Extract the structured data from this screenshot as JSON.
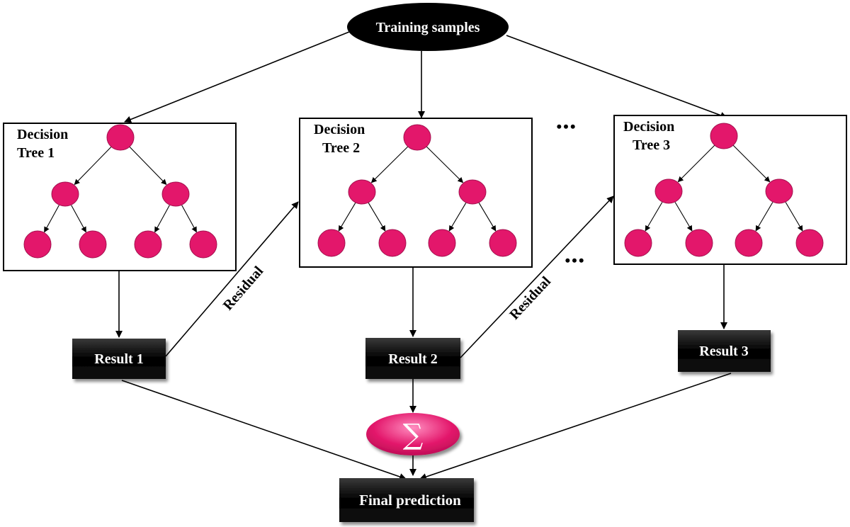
{
  "top": {
    "label": "Training samples"
  },
  "trees": [
    {
      "line1": "Decision",
      "line2": "Tree 1"
    },
    {
      "line1": "Decision",
      "line2": "Tree 2"
    },
    {
      "line1": "Decision",
      "line2": "Tree 3"
    }
  ],
  "results": [
    {
      "label": "Result 1"
    },
    {
      "label": "Result 2"
    },
    {
      "label": "Result 3"
    }
  ],
  "residuals": [
    {
      "label": "Residual"
    },
    {
      "label": "Residual"
    }
  ],
  "ellipsis": "•••",
  "sum": {
    "symbol": "∑"
  },
  "final": {
    "label": "Final prediction"
  },
  "colors": {
    "node": "#e3176b",
    "dark": "#000000"
  }
}
